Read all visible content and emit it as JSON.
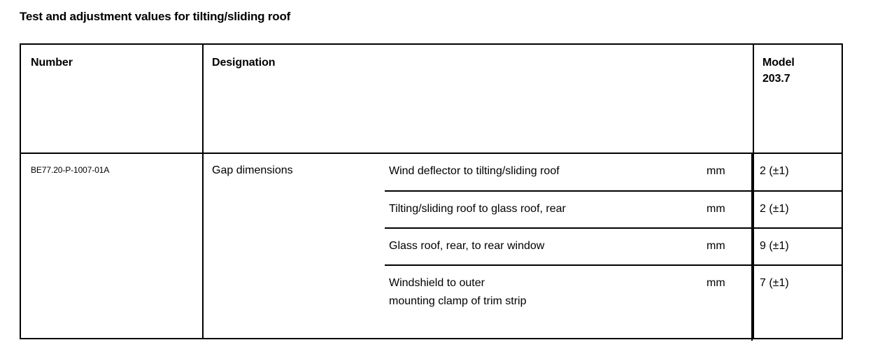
{
  "document": {
    "title": "Test and adjustment values for tilting/sliding roof"
  },
  "table": {
    "headers": {
      "number": "Number",
      "designation": "Designation",
      "model_line1": "Model",
      "model_line2": "203.7"
    },
    "row": {
      "number": "BE77.20-P-1007-01A",
      "designation": "Gap dimensions"
    },
    "measurements": [
      {
        "label_line1": "Wind deflector to tilting/sliding roof",
        "label_line2": "",
        "unit": "mm",
        "value": "2 (±1)"
      },
      {
        "label_line1": "Tilting/sliding roof to glass roof, rear",
        "label_line2": "",
        "unit": "mm",
        "value": "2 (±1)"
      },
      {
        "label_line1": "Glass roof, rear, to rear window",
        "label_line2": "",
        "unit": "mm",
        "value": "9 (±1)"
      },
      {
        "label_line1": "Windshield to outer",
        "label_line2": "mounting clamp of trim strip",
        "unit": "mm",
        "value": "7 (±1)"
      }
    ]
  },
  "colors": {
    "background": "#ffffff",
    "text": "#000000",
    "border": "#000000"
  }
}
